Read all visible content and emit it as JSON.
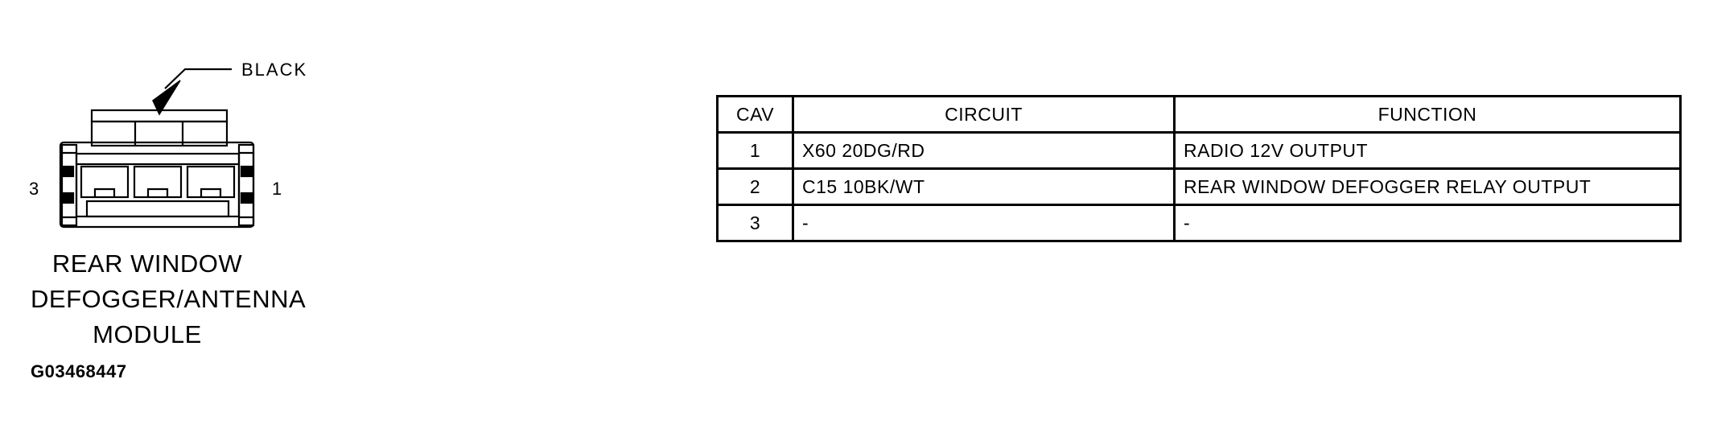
{
  "connector": {
    "color_label": "BLACK",
    "pin_left_label": "3",
    "pin_right_label": "1",
    "module_name_lines": [
      "REAR WINDOW",
      "DEFOGGER/ANTENNA",
      "MODULE"
    ],
    "figure_id": "G03468447"
  },
  "table": {
    "headers": [
      "CAV",
      "CIRCUIT",
      "FUNCTION"
    ],
    "rows": [
      {
        "cav": "1",
        "circuit": "X60 20DG/RD",
        "function": "RADIO 12V OUTPUT"
      },
      {
        "cav": "2",
        "circuit": "C15 10BK/WT",
        "function": "REAR WINDOW DEFOGGER RELAY OUTPUT"
      },
      {
        "cav": "3",
        "circuit": "-",
        "function": "-"
      }
    ]
  }
}
